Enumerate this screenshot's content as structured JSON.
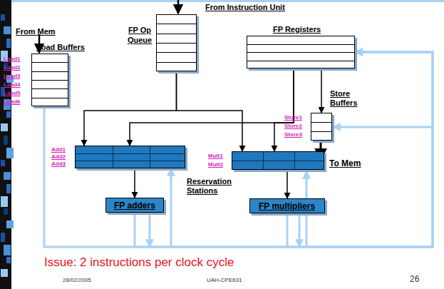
{
  "diagram": {
    "nodes": [
      {
        "text": [
          "Load Buffers",
          "Load1",
          "Load2",
          "Load3",
          "Load4",
          "Load5",
          "Load6"
        ]
      },
      {
        "text": [
          "FP Op Queue"
        ]
      },
      {
        "text": [
          "FP Registers"
        ]
      },
      {
        "text": [
          "Store Buffers",
          "Store1",
          "Store2",
          "Store3"
        ]
      },
      {
        "text": [
          "Add1",
          "Add2",
          "Add3"
        ]
      },
      {
        "text": [
          "Mult1",
          "Mult2"
        ]
      },
      {
        "text": [
          "FP adders"
        ]
      },
      {
        "text": [
          "FP multipliers"
        ]
      }
    ],
    "edges": [
      {
        "from": 1,
        "to": 4,
        "arrow": "to"
      },
      {
        "from": 1,
        "to": 5,
        "arrow": "to"
      },
      {
        "from": 2,
        "to": 4,
        "arrow": "to"
      },
      {
        "from": 2,
        "to": 5,
        "arrow": "to"
      },
      {
        "from": 2,
        "to": 3,
        "arrow": "to"
      },
      {
        "from": 4,
        "to": 6,
        "arrow": "to"
      },
      {
        "from": 5,
        "to": 7,
        "arrow": "to"
      },
      {
        "from": 6,
        "to": 2,
        "arrow": "to"
      },
      {
        "from": 7,
        "to": 2,
        "arrow": "to"
      },
      {
        "from": 0,
        "to": 2,
        "arrow": "to"
      }
    ],
    "labels": [
      "From Instruction Unit",
      "From Mem",
      "To Mem",
      "Reservation Stations",
      "Issue: 2 instructions per clock cycle",
      "28/02/2005",
      "UAH-CPE631",
      "26"
    ]
  }
}
